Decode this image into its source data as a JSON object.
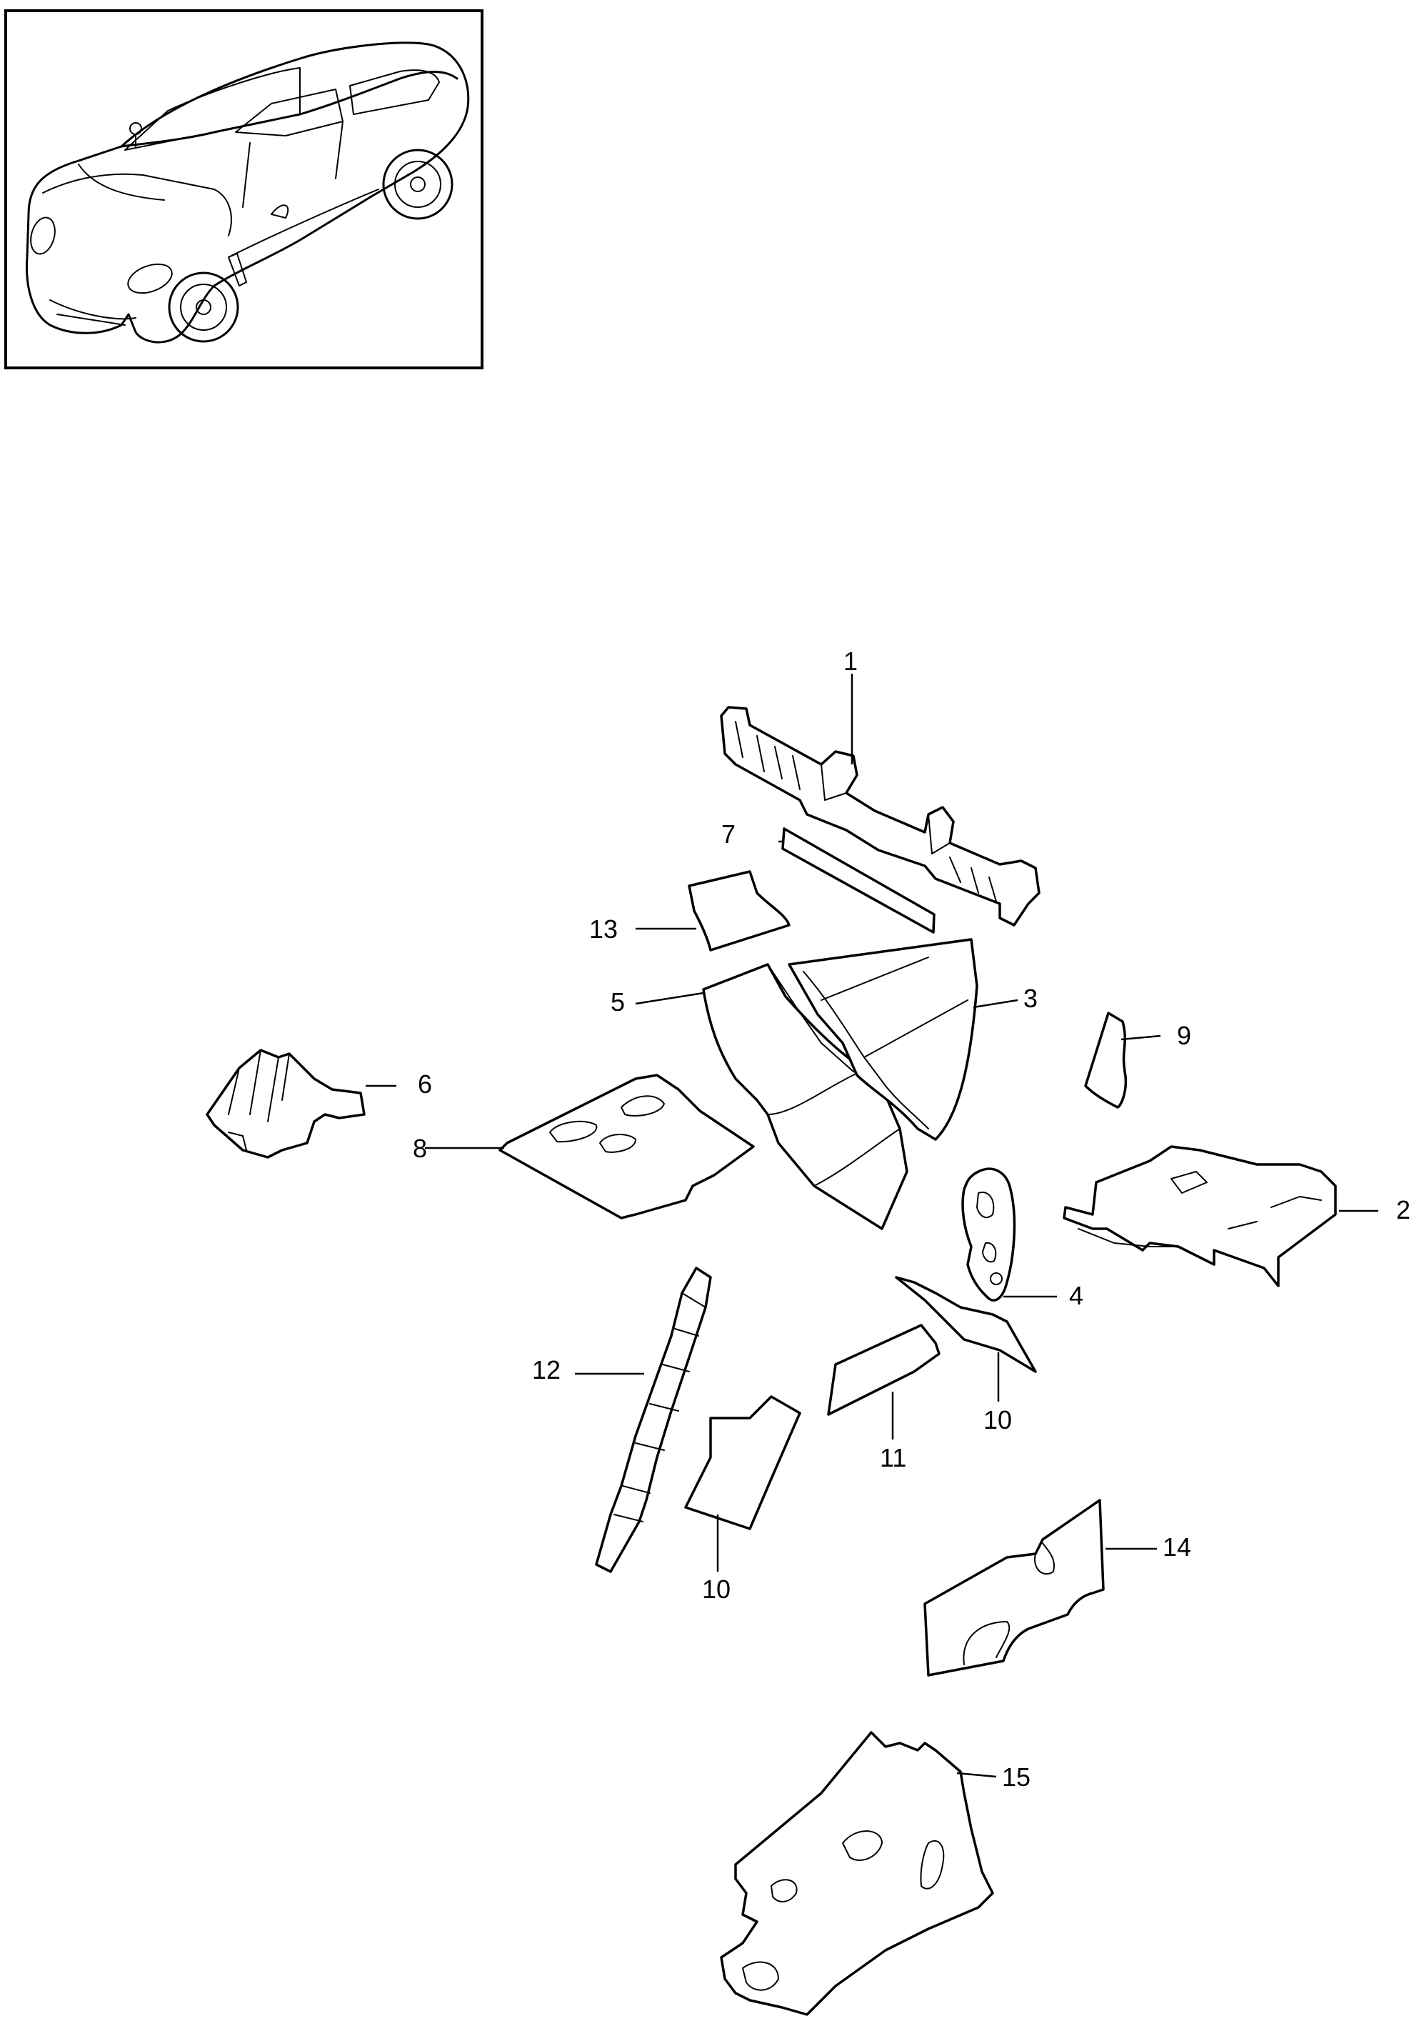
{
  "callouts": {
    "c1": "1",
    "c2": "2",
    "c3": "3",
    "c4": "4",
    "c5": "5",
    "c6": "6",
    "c7": "7",
    "c8": "8",
    "c9": "9",
    "c10a": "10",
    "c10b": "10",
    "c11": "11",
    "c12": "12",
    "c13": "13",
    "c14": "14",
    "c15": "15"
  },
  "colors": {
    "line": "#000000",
    "background": "#ffffff"
  },
  "icons": {
    "thumbnail": "car-thumbnail-icon"
  }
}
